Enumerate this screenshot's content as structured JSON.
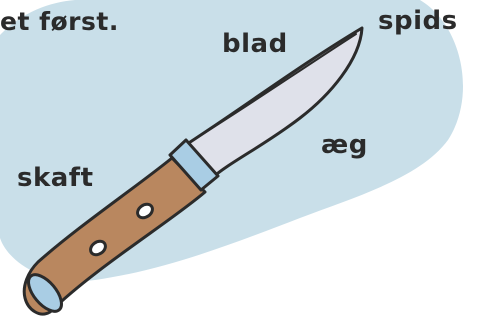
{
  "caption": "et først.",
  "labels": {
    "blade": "blad",
    "tip": "spids",
    "edge": "æg",
    "handle": "skaft"
  },
  "colors": {
    "background_blob": "#c9dfe9",
    "blade": "#dfe1ea",
    "bolster": "#a9cde4",
    "handle": "#b9875f",
    "outline": "#2b2b2b"
  }
}
